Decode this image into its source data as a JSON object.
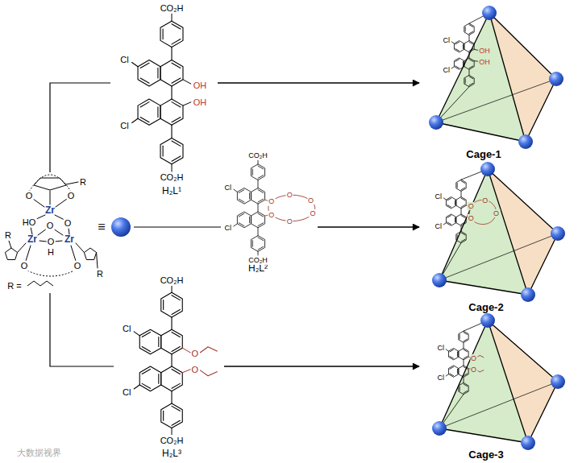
{
  "diagram": {
    "nodes": [
      {
        "text": [
          "Zr",
          "Zr",
          "Zr"
        ]
      },
      {
        "text": [
          "H₂L¹"
        ]
      },
      {
        "text": [
          "H₂L²"
        ]
      },
      {
        "text": [
          "H₂L³"
        ]
      },
      {
        "text": [
          "Cage-1"
        ]
      },
      {
        "text": [
          "Cage-2"
        ]
      },
      {
        "text": [
          "Cage-3"
        ]
      }
    ],
    "edges": [
      {
        "from": 0,
        "to": 1,
        "arrow": "none"
      },
      {
        "from": 0,
        "to": 2,
        "arrow": "none"
      },
      {
        "from": 0,
        "to": 3,
        "arrow": "none"
      },
      {
        "from": 1,
        "to": 4,
        "arrow": "to"
      },
      {
        "from": 2,
        "to": 5,
        "arrow": "to"
      },
      {
        "from": 3,
        "to": 6,
        "arrow": "to"
      }
    ],
    "labels": [
      "CO₂H",
      "Cl",
      "OH",
      "OH",
      "Cl",
      "CO₂H",
      "CO₂H",
      "Cl",
      "O",
      "O",
      "O",
      "O",
      "O",
      "O",
      "Cl",
      "CO₂H",
      "CO₂H",
      "Cl",
      "O",
      "O",
      "Cl",
      "CO₂H",
      "R",
      "O",
      "O",
      "HO",
      "O",
      "O",
      "O",
      "H",
      "O",
      "O",
      "R",
      "R",
      "R =",
      "≡",
      "Cl",
      "Cl",
      "OH",
      "OH",
      "Cl",
      "Cl",
      "O",
      "O",
      "O",
      "O",
      "Cl",
      "Cl",
      "O",
      "O",
      "大数据视界"
    ]
  }
}
